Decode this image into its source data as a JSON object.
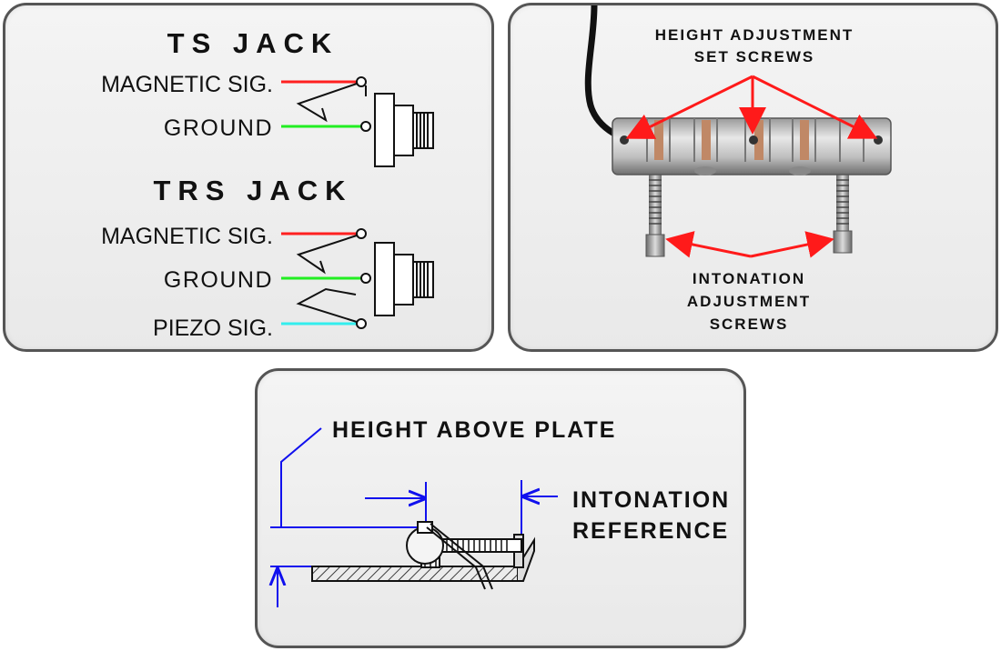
{
  "jack_panel": {
    "ts_title": "TS JACK",
    "trs_title": "TRS JACK",
    "ts_labels": [
      "MAGNETIC SIG.",
      "GROUND"
    ],
    "trs_labels": [
      "MAGNETIC SIG.",
      "GROUND",
      "PIEZO SIG."
    ],
    "colors": {
      "magnetic": "#ff2020",
      "ground": "#22ee22",
      "piezo": "#33eeee"
    }
  },
  "saddle_panel": {
    "callout_top": [
      "HEIGHT ADJUSTMENT",
      "SET SCREWS"
    ],
    "callout_bottom": [
      "INTONATION",
      "ADJUSTMENT",
      "SCREWS"
    ],
    "arrow_color": "#ff1a1a"
  },
  "profile_panel": {
    "height_label": "HEIGHT ABOVE PLATE",
    "intonation_label": [
      "INTONATION",
      "REFERENCE"
    ],
    "dimension_color": "#1010ee"
  }
}
